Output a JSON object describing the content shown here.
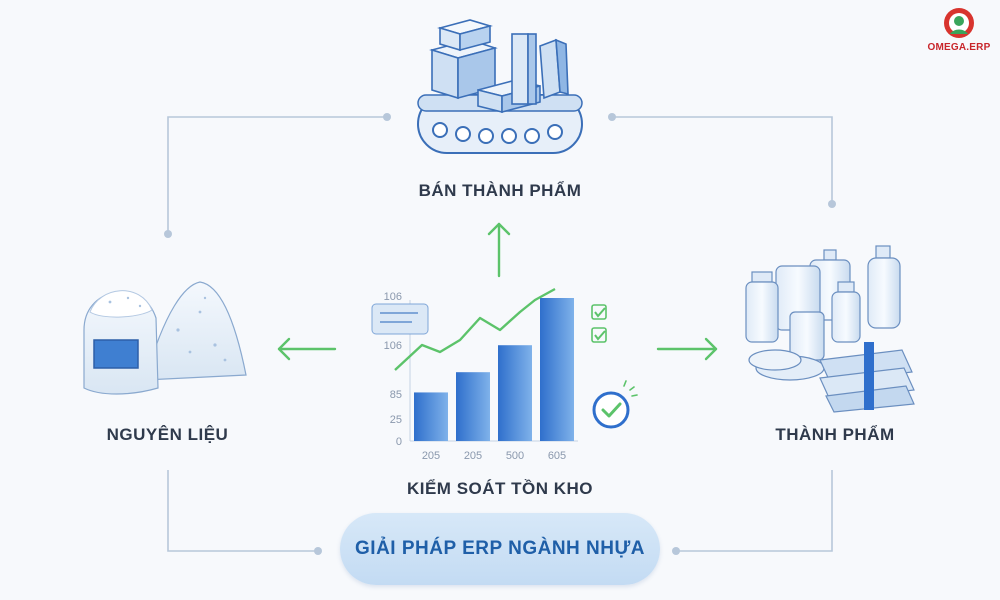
{
  "logo": {
    "text": "OMEGA.ERP"
  },
  "nodes": {
    "semi_finished": "BÁN THÀNH PHẨM",
    "raw_material": "NGUYÊN LIỆU",
    "finished": "THÀNH PHẨM",
    "inventory": "KIỂM SOÁT TỒN KHO"
  },
  "center_pill": "GIẢI PHÁP ERP NGÀNH NHỰA",
  "colors": {
    "arrow": "#5cc36a",
    "connector": "#b7c7da",
    "bar_dark": "#2f6fcc",
    "bar_light": "#7fb2ea",
    "pill_text": "#1f5fa8"
  },
  "chart_data": {
    "type": "bar",
    "categories": [
      "205",
      "205",
      "500",
      "605"
    ],
    "values": [
      36,
      51,
      71,
      106
    ],
    "y_ticks": [
      "0",
      "25",
      "85",
      "106",
      "106"
    ],
    "ylim": [
      0,
      106
    ],
    "trend_line": true,
    "grid": false
  }
}
